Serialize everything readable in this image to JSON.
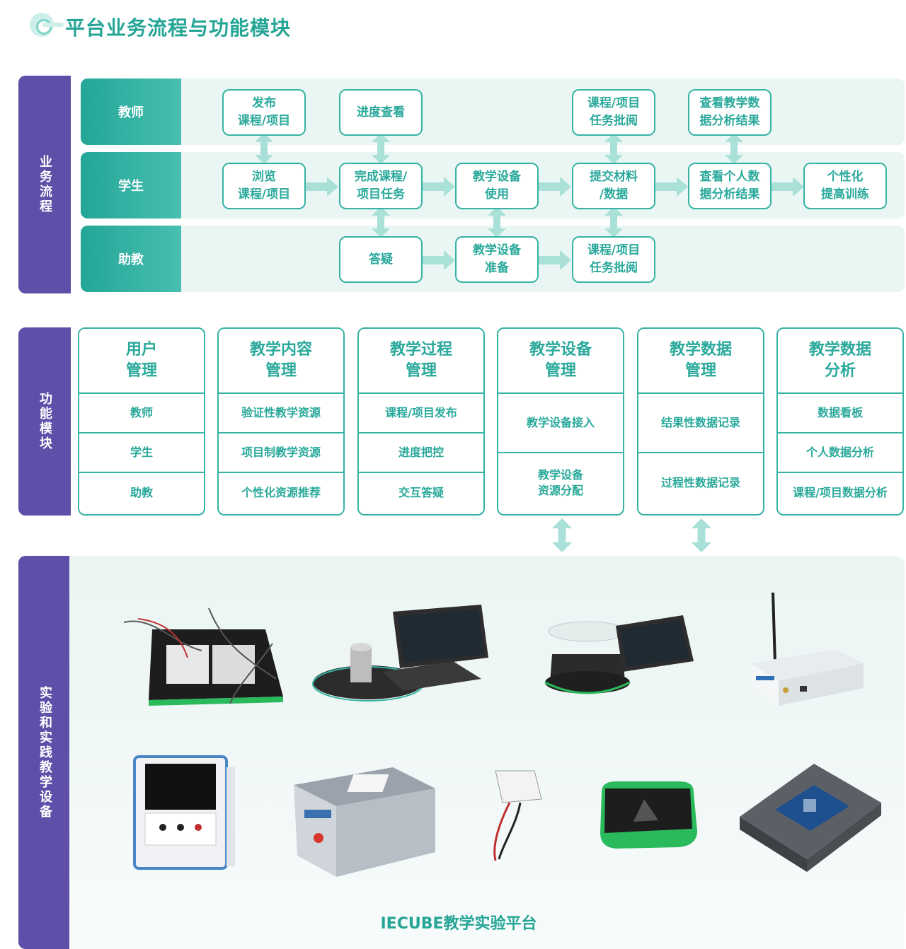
{
  "title": "平台业务流程与功能模块",
  "sections": {
    "flow": "业务流程",
    "modules": "功能模块",
    "equipment": "实验和实践教学设备"
  },
  "lanes": [
    "教师",
    "学生",
    "助教"
  ],
  "flow_nodes": {
    "t1": "发布\n课程/项目",
    "t2": "进度查看",
    "t3": "课程/项目\n任务批阅",
    "t4": "查看教学数\n据分析结果",
    "s1": "浏览\n课程/项目",
    "s2": "完成课程/\n项目任务",
    "s3": "教学设备\n使用",
    "s4": "提交材料\n/数据",
    "s5": "查看个人数\n据分析结果",
    "s6": "个性化\n提高训练",
    "a1": "答疑",
    "a2": "教学设备\n准备",
    "a3": "课程/项目\n任务批阅"
  },
  "modules": [
    {
      "title": "用户\n管理",
      "items": [
        "教师",
        "学生",
        "助教"
      ]
    },
    {
      "title": "教学内容\n管理",
      "items": [
        "验证性教学资源",
        "项目制教学资源",
        "个性化资源推荐"
      ]
    },
    {
      "title": "教学过程\n管理",
      "items": [
        "课程/项目发布",
        "进度把控",
        "交互答疑"
      ]
    },
    {
      "title": "教学设备\n管理",
      "items": [
        "教学设备接入",
        "教学设备\n资源分配"
      ]
    },
    {
      "title": "教学数据\n管理",
      "items": [
        "结果性数据记录",
        "过程性数据记录"
      ]
    },
    {
      "title": "教学数据\n分析",
      "items": [
        "数据看板",
        "个人数据分析",
        "课程/项目数据分析"
      ]
    }
  ],
  "platform_label": "IECUBE教学实验平台",
  "colors": {
    "teal": "#2aa99b",
    "purple": "#5e4fa8",
    "lane_bg": "#e9f6f4",
    "arrow": "#a9e0d8"
  }
}
